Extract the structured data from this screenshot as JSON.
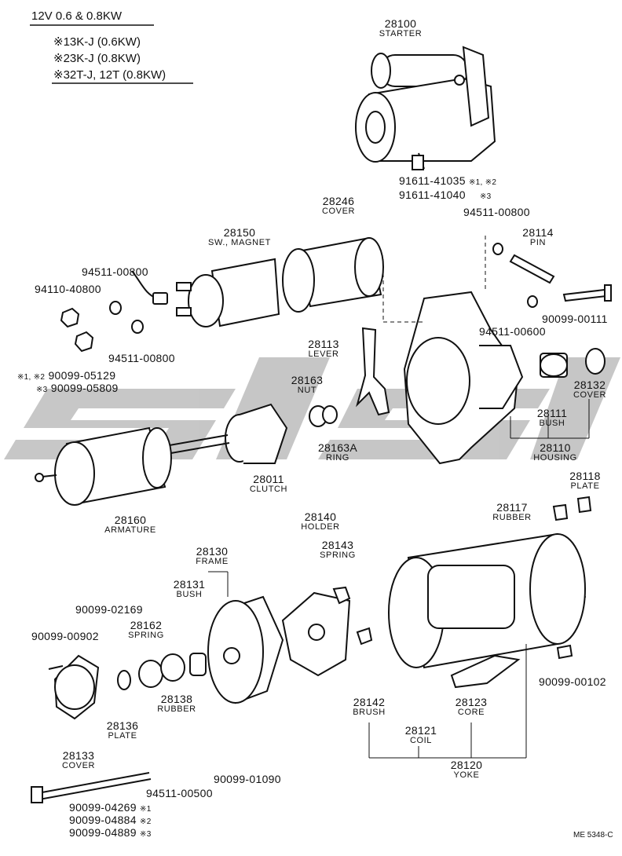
{
  "header": {
    "title": "12V 0.6 & 0.8KW",
    "legend": [
      {
        "mark": "※1",
        "text": "3K-J (0.6KW)"
      },
      {
        "mark": "※2",
        "text": "3K-J (0.8KW)"
      },
      {
        "mark": "※3",
        "text": "2T-J, 12T (0.8KW)"
      }
    ]
  },
  "parts": {
    "starter": {
      "num": "28100",
      "name": "STARTER"
    },
    "bolt_a": {
      "num": "91611-41035",
      "note": "※1, ※2"
    },
    "bolt_b": {
      "num": "91611-41040",
      "note": "※3"
    },
    "cover_246": {
      "num": "28246",
      "name": "COVER"
    },
    "sw_magnet": {
      "num": "28150",
      "name": "SW., MAGNET"
    },
    "nut_945_top": {
      "num": "94511-00800"
    },
    "nut_945_right": {
      "num": "94511-00800"
    },
    "washer_94110": {
      "num": "94110-40800"
    },
    "nut_905129": {
      "note": "※1, ※2",
      "num": "90099-05129"
    },
    "nut_905809": {
      "note": "※3",
      "num": "90099-05809"
    },
    "washer_00800_b": {
      "num": "94511-00800"
    },
    "pin": {
      "num": "28114",
      "name": "PIN"
    },
    "bolt_00111": {
      "num": "90099-00111"
    },
    "washer_00600": {
      "num": "94511-00600"
    },
    "lever": {
      "num": "28113",
      "name": "LEVER"
    },
    "nut_28163": {
      "num": "28163",
      "name": "NUT"
    },
    "ring": {
      "num": "28163A",
      "name": "RING"
    },
    "clutch": {
      "num": "28011",
      "name": "CLUTCH"
    },
    "armature": {
      "num": "28160",
      "name": "ARMATURE"
    },
    "bush_111": {
      "num": "28111",
      "name": "BUSH"
    },
    "cover_132": {
      "num": "28132",
      "name": "COVER"
    },
    "housing": {
      "num": "28110",
      "name": "HOUSING"
    },
    "plate_118": {
      "num": "28118",
      "name": "PLATE"
    },
    "rubber_117": {
      "num": "28117",
      "name": "RUBBER"
    },
    "holder": {
      "num": "28140",
      "name": "HOLDER"
    },
    "spring_143": {
      "num": "28143",
      "name": "SPRING"
    },
    "frame": {
      "num": "28130",
      "name": "FRAME"
    },
    "bush_131": {
      "num": "28131",
      "name": "BUSH"
    },
    "washer_02169": {
      "num": "90099-02169"
    },
    "spring_162": {
      "num": "28162",
      "name": "SPRING"
    },
    "screw_00902": {
      "num": "90099-00902"
    },
    "rubber_138": {
      "num": "28138",
      "name": "RUBBER"
    },
    "plate_136": {
      "num": "28136",
      "name": "PLATE"
    },
    "cover_133": {
      "num": "28133",
      "name": "COVER"
    },
    "washer_00500": {
      "num": "94511-00500"
    },
    "washer_01090": {
      "num": "90099-01090"
    },
    "brush": {
      "num": "28142",
      "name": "BRUSH"
    },
    "coil": {
      "num": "28121",
      "name": "COIL"
    },
    "core": {
      "num": "28123",
      "name": "CORE"
    },
    "yoke": {
      "num": "28120",
      "name": "YOKE"
    },
    "screw_00102": {
      "num": "90099-00102"
    },
    "thru_bolt_a": {
      "num": "90099-04269",
      "note": "※1"
    },
    "thru_bolt_b": {
      "num": "90099-04884",
      "note": "※2"
    },
    "thru_bolt_c": {
      "num": "90099-04889",
      "note": "※3"
    }
  },
  "footer": {
    "code": "ME 5348-C"
  }
}
